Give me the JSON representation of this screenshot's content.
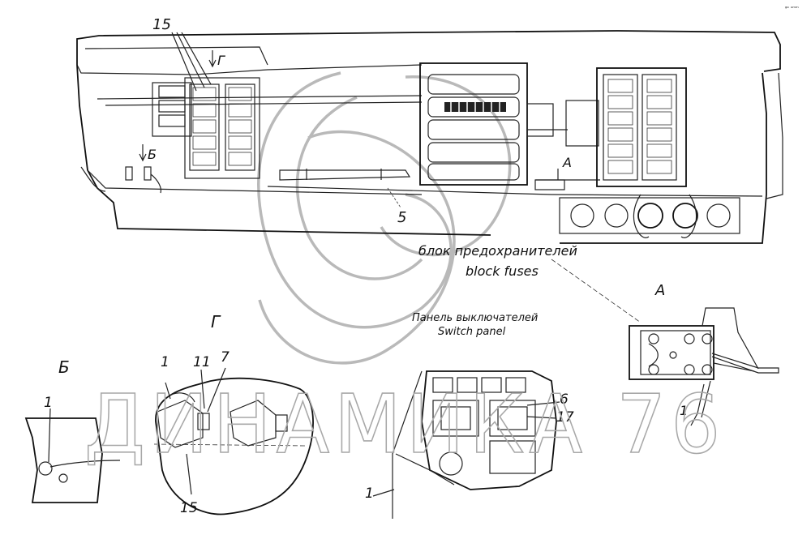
{
  "callouts": {
    "c15_top": "15",
    "g_top": "Г",
    "b_left": "Б",
    "a_arrow": "А",
    "c5": "5",
    "view_a": "А",
    "view_g": "Г",
    "view_b": "Б",
    "c1_b": "1",
    "c1_g": "1",
    "c11": "11",
    "c7": "7",
    "c15_bottom": "15",
    "c6": "6",
    "c17": "17",
    "c1_bottom": "1",
    "c1_a": "1"
  },
  "labels": {
    "fuse_block_ru": "блок предохранителей",
    "fuse_block_en": "block fuses",
    "switch_panel_ru": "Панель выключателей",
    "switch_panel_en": "Switch panel"
  },
  "watermark": {
    "text": "ДИНАМИКА 76"
  },
  "corner_mark": "ᵍᵒ ᵘᵐᵐ"
}
